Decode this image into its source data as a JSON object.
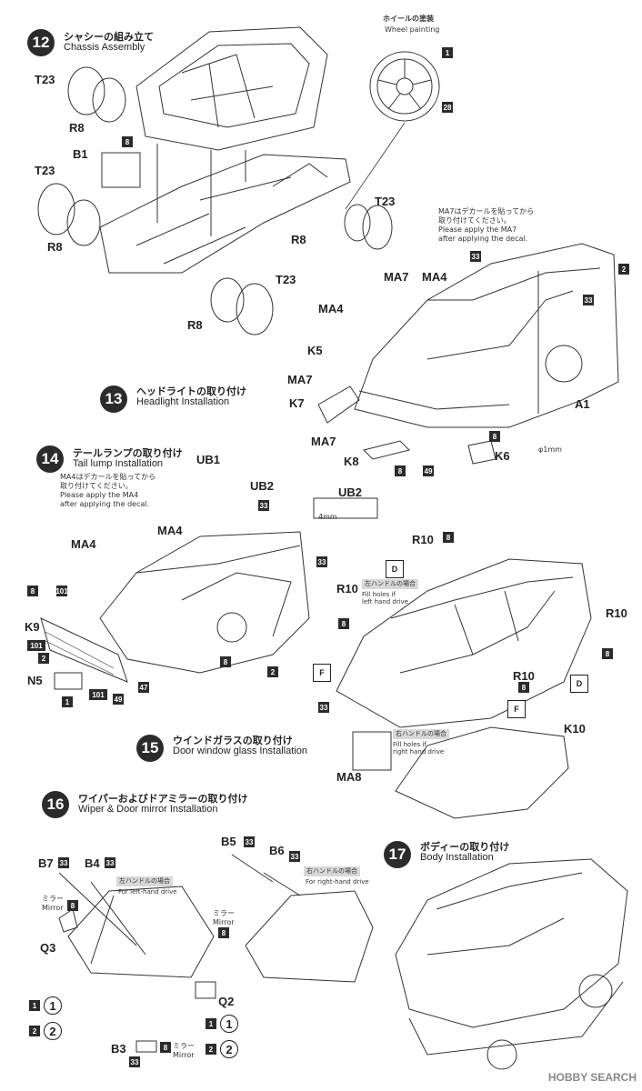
{
  "steps": {
    "s12": {
      "num": "12",
      "jp": "シャシーの組み立て",
      "en": "Chassis Assembly"
    },
    "s13": {
      "num": "13",
      "jp": "ヘッドライトの取り付け",
      "en": "Headlight Installation"
    },
    "s14": {
      "num": "14",
      "jp": "テールランプの取り付け",
      "en": "Tail lump Installation"
    },
    "s15": {
      "num": "15",
      "jp": "ウインドガラスの取り付け",
      "en": "Door window glass Installation"
    },
    "s16": {
      "num": "16",
      "jp": "ワイパーおよびドアミラーの取り付け",
      "en": "Wiper & Door mirror Installation"
    },
    "s17": {
      "num": "17",
      "jp": "ボディーの取り付け",
      "en": "Body Installation"
    }
  },
  "wheel": {
    "jp": "ホイールの塗装",
    "en": "Wheel painting",
    "color1": "1",
    "color2": "28"
  },
  "parts12": {
    "t23": "T23",
    "r8": "R8",
    "b1": "B1",
    "c8": "8"
  },
  "parts13": {
    "ma7": "MA7",
    "ma4": "MA4",
    "k5": "K5",
    "k7": "K7",
    "k8": "K8",
    "k6": "K6",
    "a1": "A1",
    "c33": "33",
    "c2": "2",
    "c8": "8",
    "c49": "49",
    "drill": "φ1mm"
  },
  "note13": {
    "jp1": "MA7はデカールを貼ってから",
    "jp2": "取り付けてください。",
    "en1": "Please apply the MA7",
    "en2": "after applying the decal."
  },
  "parts14": {
    "ub1": "UB1",
    "ub2": "UB2",
    "ma4": "MA4",
    "k9": "K9",
    "n5": "N5",
    "c8": "8",
    "c101": "101",
    "c2": "2",
    "c1": "1",
    "c49": "49",
    "c47": "47",
    "c33": "33",
    "dim": "4mm"
  },
  "note14": {
    "jp1": "MA4はデカールを貼ってから",
    "jp2": "取り付けてください。",
    "en1": "Please apply the MA4",
    "en2": "after applying the decal."
  },
  "parts15": {
    "r10": "R10",
    "k10": "K10",
    "ma8": "MA8",
    "d": "D",
    "f": "F",
    "c8": "8",
    "c33": "33"
  },
  "hole15a": {
    "jp": "左ハンドルの場合",
    "en1": "Fill holes if",
    "en2": "left hand drive"
  },
  "hole15b": {
    "jp": "右ハンドルの場合",
    "en1": "Fill holes if",
    "en2": "right hand drive"
  },
  "parts16": {
    "b7": "B7",
    "b4": "B4",
    "b5": "B5",
    "b6": "B6",
    "b3": "B3",
    "q3": "Q3",
    "q2": "Q2",
    "mirror_jp": "ミラー",
    "mirror_en": "Mirror",
    "c33": "33",
    "c8": "8",
    "c1": "1",
    "c2": "2"
  },
  "lhd16": {
    "jp": "左ハンドルの場合",
    "en": "For left-hand drive"
  },
  "rhd16": {
    "jp": "右ハンドルの場合",
    "en": "For right-hand drive"
  },
  "brand": "HOBBY SEARCH"
}
